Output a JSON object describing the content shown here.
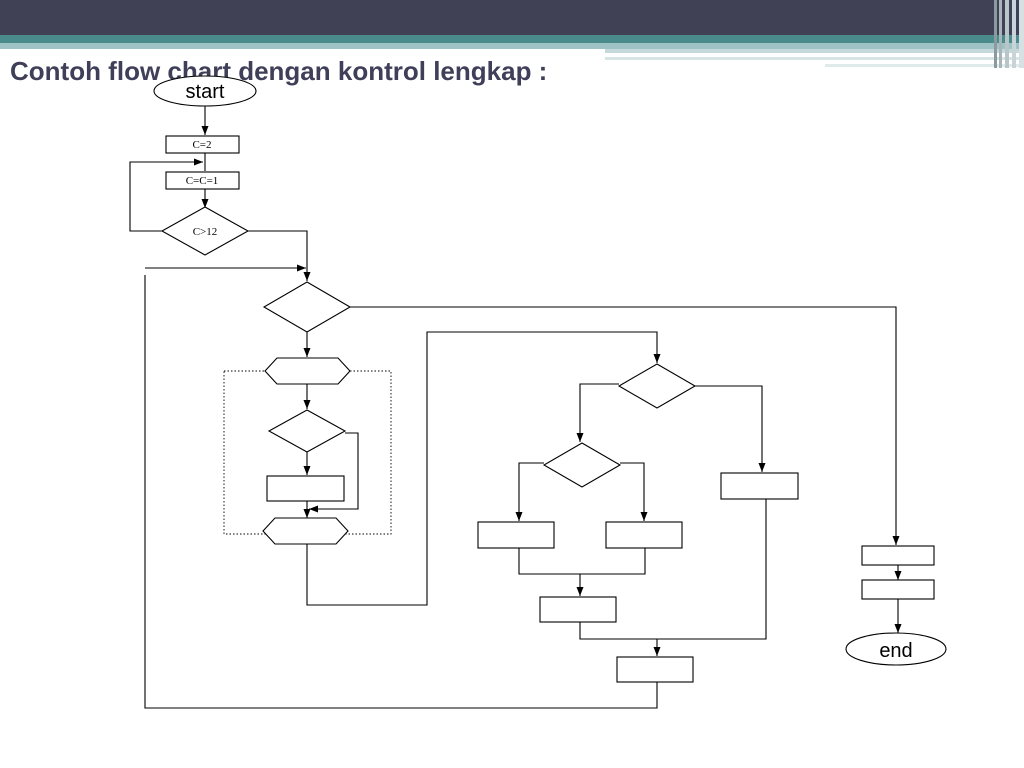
{
  "slide": {
    "title": "Contoh flow chart dengan kontrol lengkap :"
  },
  "flowchart": {
    "start_label": "start",
    "end_label": "end",
    "init_label": "C=2",
    "increment_label": "C=C=1",
    "condition_label": "C>12"
  },
  "colors": {
    "header_bar": "#414155",
    "teal_band": "#4a8c8c",
    "title_text": "#3f3f5a",
    "line": "#000000"
  }
}
